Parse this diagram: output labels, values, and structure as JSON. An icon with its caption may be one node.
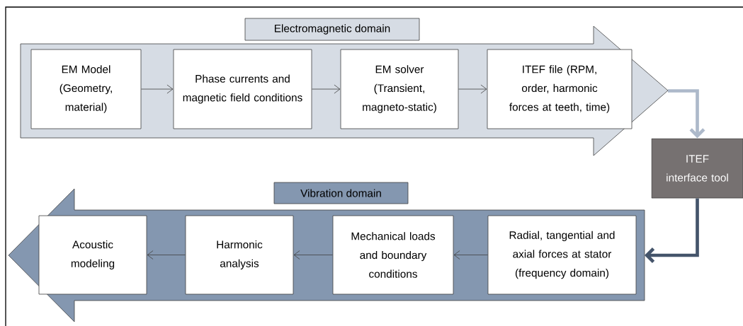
{
  "diagram": {
    "nodes": [
      {
        "text": [
          "Electromagnetic domain"
        ]
      },
      {
        "text": [
          "EM Model (Geometry, material)"
        ],
        "in": 0
      },
      {
        "text": [
          "Phase currents and magnetic field conditions"
        ],
        "in": 0
      },
      {
        "text": [
          "EM solver (Transient, magneto-static)"
        ],
        "in": 0
      },
      {
        "text": [
          "ITEF file (RPM, order, harmonic forces at teeth, time)"
        ],
        "in": 0
      },
      {
        "text": [
          "ITEF interface tool"
        ]
      },
      {
        "text": [
          "Vibration domain"
        ]
      },
      {
        "text": [
          "Acoustic modeling"
        ],
        "in": 6
      },
      {
        "text": [
          "Harmonic analysis"
        ],
        "in": 6
      },
      {
        "text": [
          "Mechanical loads and boundary conditions"
        ],
        "in": 6
      },
      {
        "text": [
          "Radial, tangential and axial forces at stator (frequency domain)"
        ],
        "in": 6
      }
    ],
    "edges": [
      {
        "from": 1,
        "to": 2,
        "arrow": "to"
      },
      {
        "from": 2,
        "to": 3,
        "arrow": "to"
      },
      {
        "from": 3,
        "to": 4,
        "arrow": "to"
      },
      {
        "from": 0,
        "to": 5,
        "arrow": "to",
        "style": "thick",
        "color": "#adb9ca"
      },
      {
        "from": 5,
        "to": 6,
        "arrow": "to",
        "style": "thick",
        "color": "#44546a"
      },
      {
        "from": 10,
        "to": 9,
        "arrow": "to"
      },
      {
        "from": 9,
        "to": 8,
        "arrow": "to"
      },
      {
        "from": 8,
        "to": 7,
        "arrow": "to"
      }
    ]
  }
}
